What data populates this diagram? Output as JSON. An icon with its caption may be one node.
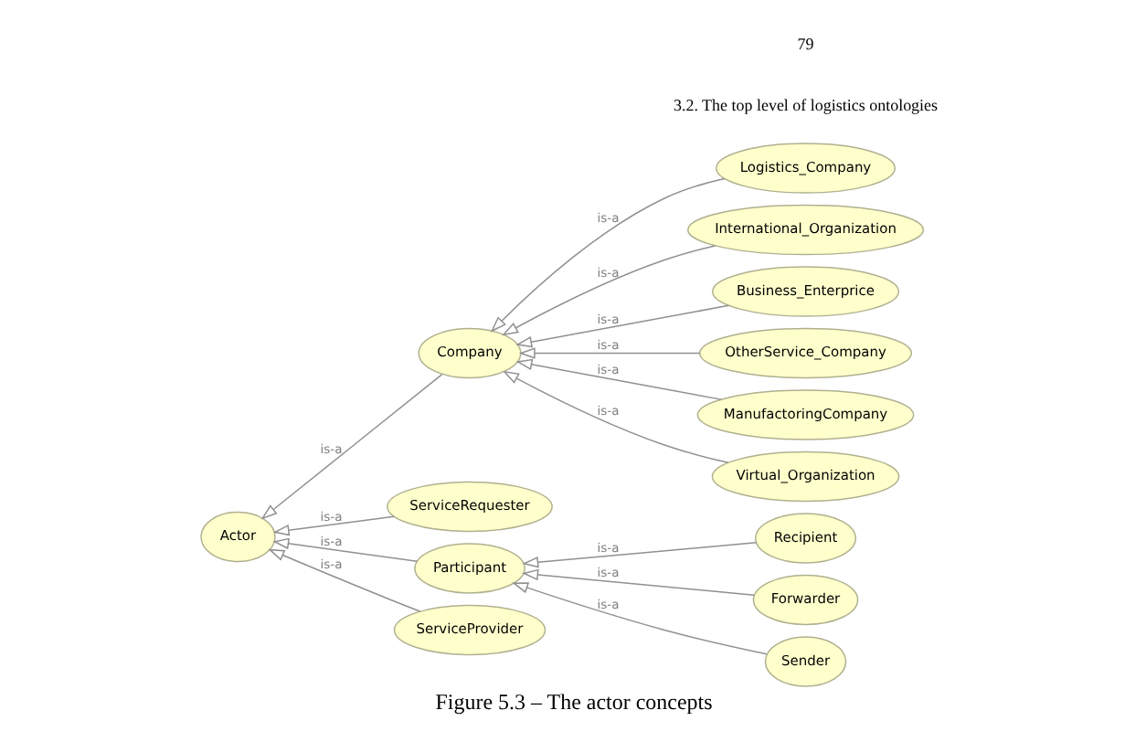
{
  "diagram": {
    "caption": "Figure 5.3 – The actor concepts",
    "nodes": [
      {
        "text": [
          "Actor"
        ]
      },
      {
        "text": [
          "Company"
        ]
      },
      {
        "text": [
          "ServiceRequester"
        ]
      },
      {
        "text": [
          "Participant"
        ]
      },
      {
        "text": [
          "ServiceProvider"
        ]
      },
      {
        "text": [
          "Logistics_Company"
        ]
      },
      {
        "text": [
          "International_Organization"
        ]
      },
      {
        "text": [
          "Business_Enterprice"
        ]
      },
      {
        "text": [
          "OtherService_Company"
        ]
      },
      {
        "text": [
          "ManufactoringCompany"
        ]
      },
      {
        "text": [
          "Virtual_Organization"
        ]
      },
      {
        "text": [
          "Recipient"
        ]
      },
      {
        "text": [
          "Forwarder"
        ]
      },
      {
        "text": [
          "Sender"
        ]
      }
    ],
    "edges": [
      {
        "from": 1,
        "to": 0,
        "arrow": "to",
        "label": "is-a"
      },
      {
        "from": 2,
        "to": 0,
        "arrow": "to",
        "label": "is-a"
      },
      {
        "from": 3,
        "to": 0,
        "arrow": "to",
        "label": "is-a"
      },
      {
        "from": 4,
        "to": 0,
        "arrow": "to",
        "label": "is-a"
      },
      {
        "from": 5,
        "to": 1,
        "arrow": "to",
        "label": "is-a"
      },
      {
        "from": 6,
        "to": 1,
        "arrow": "to",
        "label": "is-a"
      },
      {
        "from": 7,
        "to": 1,
        "arrow": "to",
        "label": "is-a"
      },
      {
        "from": 8,
        "to": 1,
        "arrow": "to",
        "label": "is-a"
      },
      {
        "from": 9,
        "to": 1,
        "arrow": "to",
        "label": "is-a"
      },
      {
        "from": 10,
        "to": 1,
        "arrow": "to",
        "label": "is-a"
      },
      {
        "from": 11,
        "to": 3,
        "arrow": "to",
        "label": "is-a"
      },
      {
        "from": 12,
        "to": 3,
        "arrow": "to",
        "label": "is-a"
      },
      {
        "from": 13,
        "to": 3,
        "arrow": "to",
        "label": "is-a"
      }
    ],
    "labels": [
      "3.2. The top level of logistics ontologies",
      "79"
    ]
  }
}
